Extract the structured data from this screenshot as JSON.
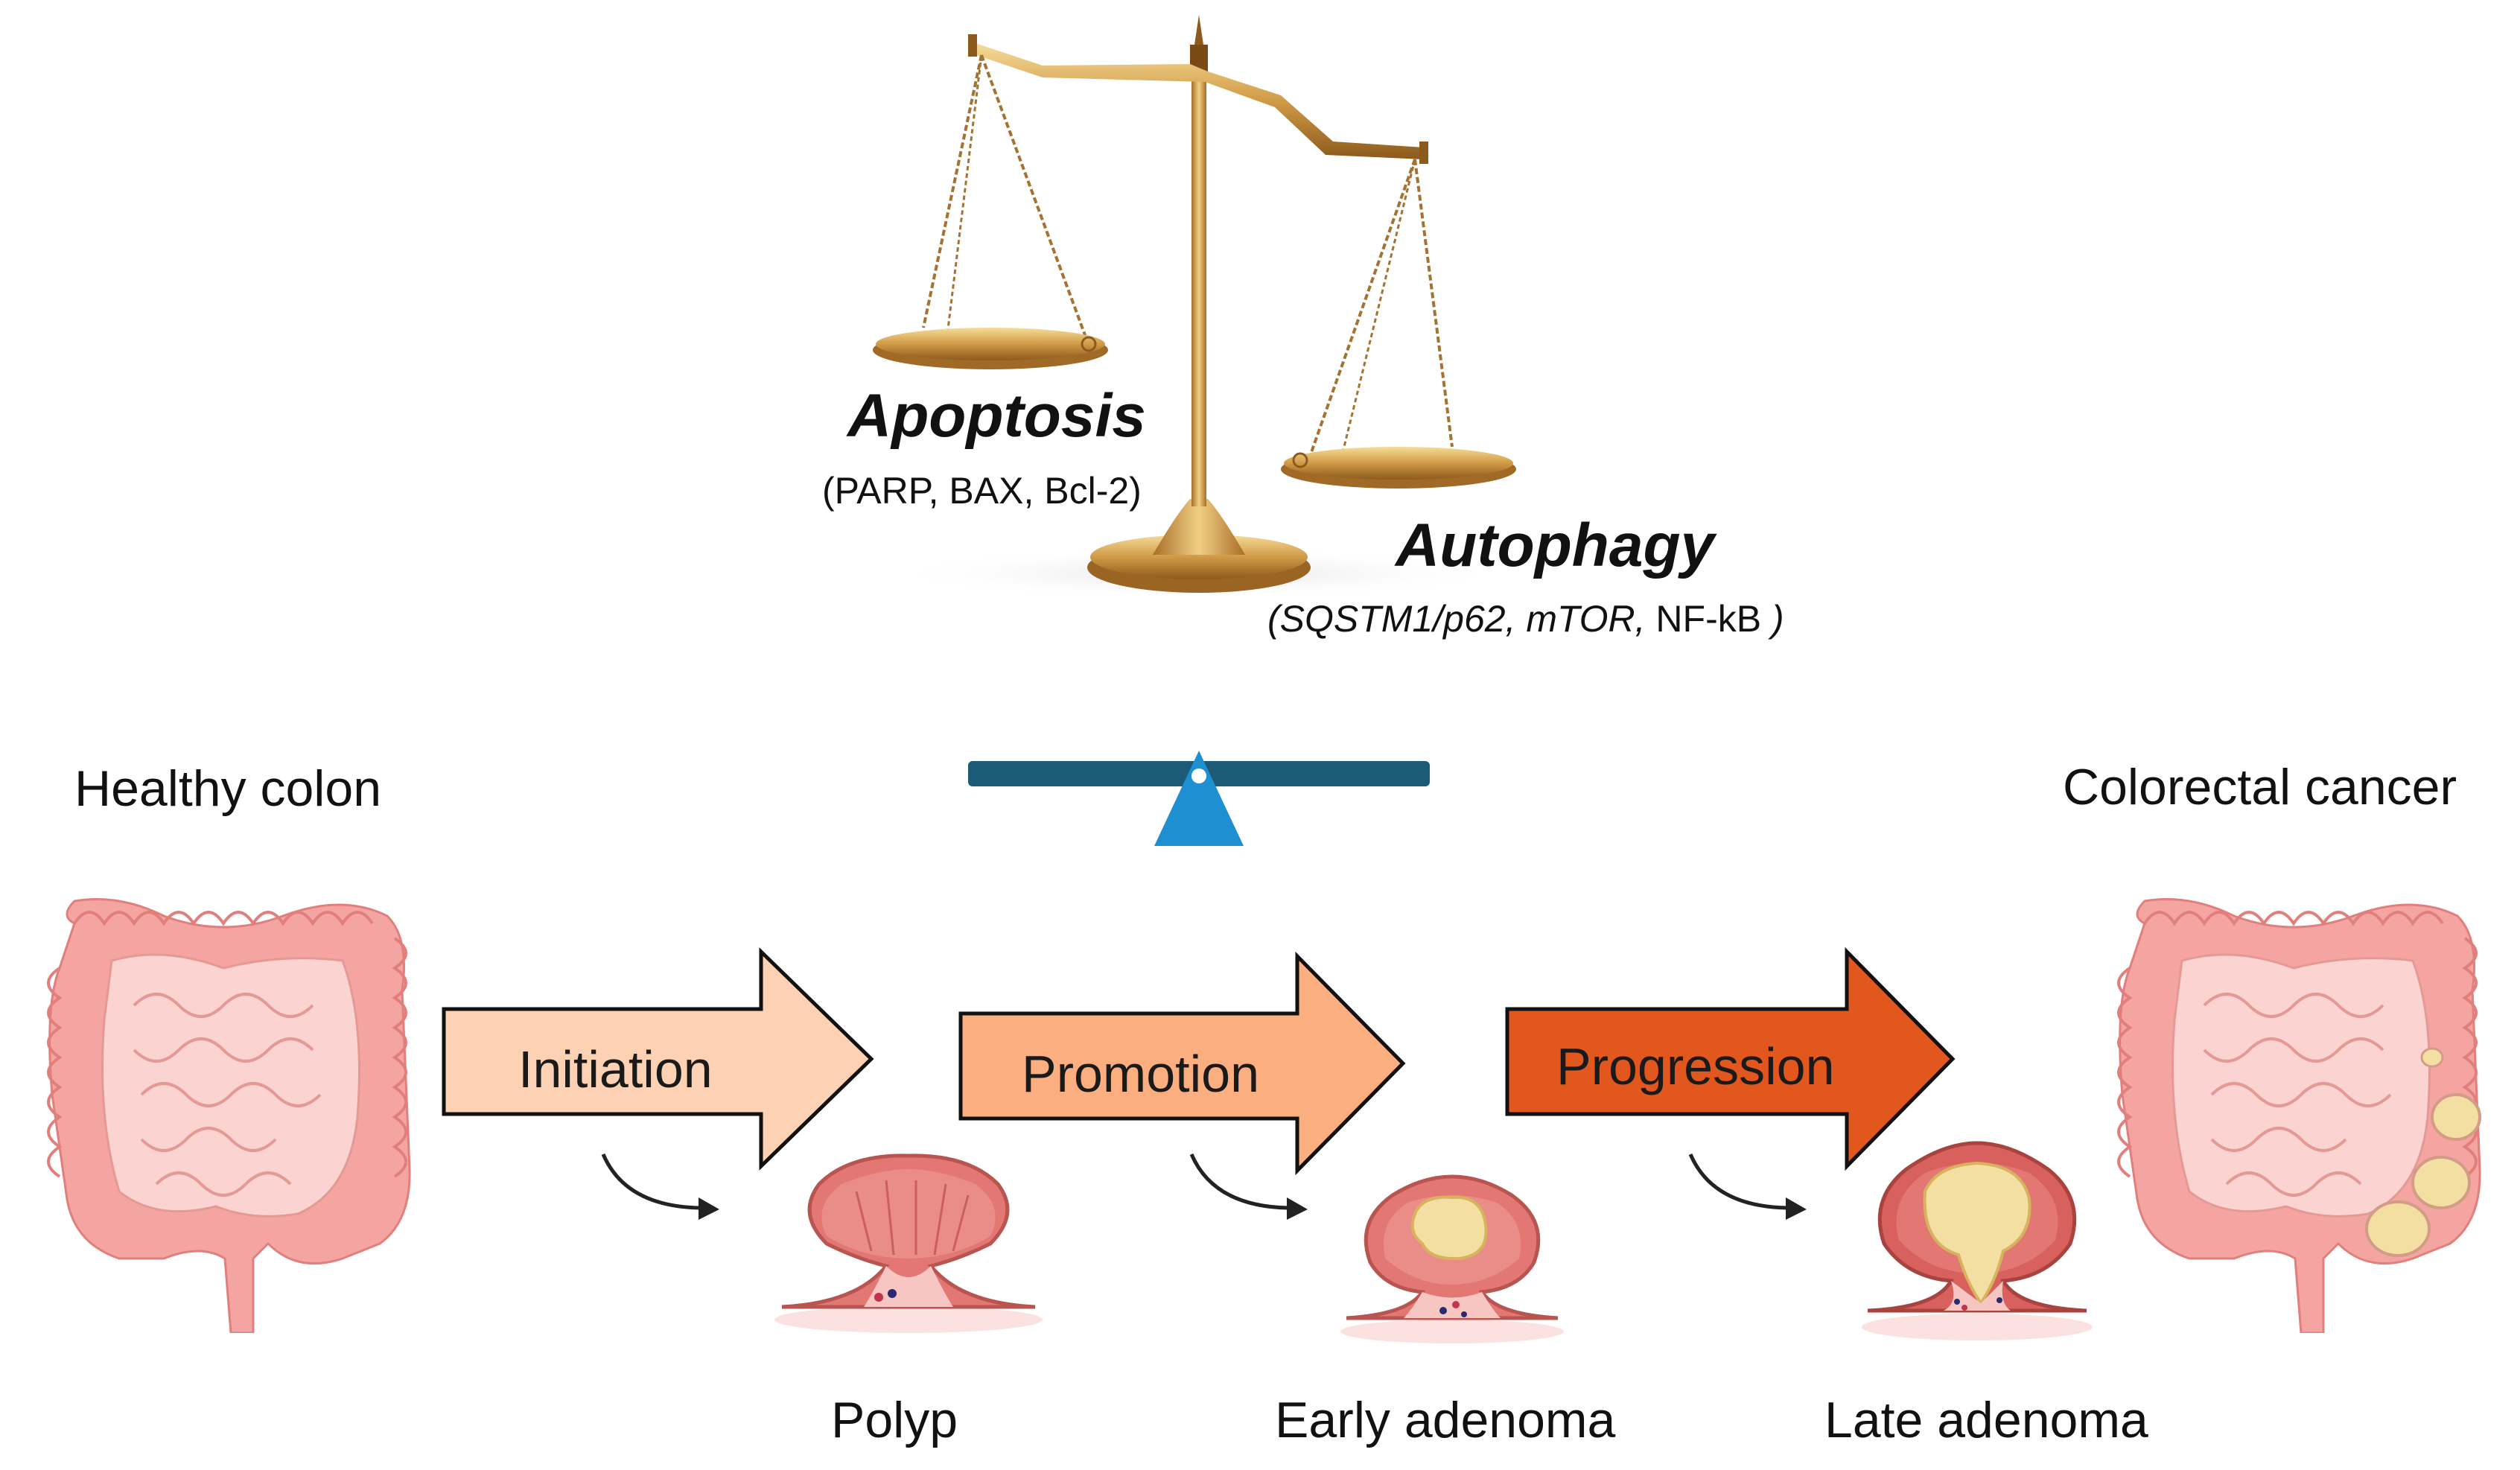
{
  "balance": {
    "left": {
      "title": "Apoptosis",
      "markers": "(PARP, BAX, Bcl-2)"
    },
    "right": {
      "title": "Autophagy",
      "markers_italic": "(SQSTM1/p62, mTOR,",
      "markers_plain": " NF-kB ",
      "markers_close": ")"
    }
  },
  "stages": {
    "start": "Healthy colon",
    "end": "Colorectal cancer",
    "steps": [
      {
        "label": "Initiation",
        "result": "Polyp",
        "color": "#fdd2b4"
      },
      {
        "label": "Promotion",
        "result": "Early adenoma",
        "color": "#fbae80"
      },
      {
        "label": "Progression",
        "result": "Late adenoma",
        "color": "#e2571d"
      }
    ]
  },
  "colors": {
    "colon": "#f4a5a2",
    "colon_inner": "#fbd3d0",
    "tumor": "#f3dfa2",
    "seesaw_bar": "#1b5b78",
    "seesaw_base": "#1e8fd0",
    "gold": "#c9973f"
  }
}
